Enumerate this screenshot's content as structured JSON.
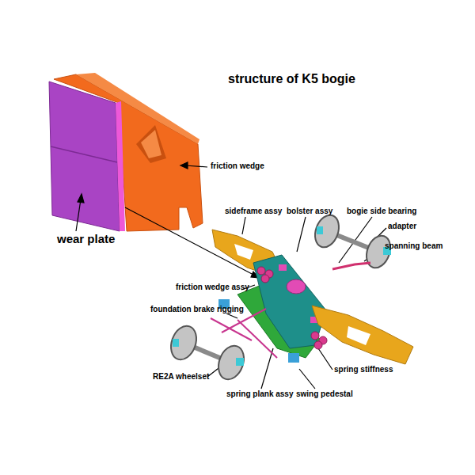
{
  "diagram": {
    "title": "structure of K5 bogie",
    "labels": [
      "friction wedge",
      "wear plate",
      "sideframe assy",
      "bolster assy",
      "bogie side bearing",
      "adapter",
      "spanning beam",
      "friction wedge assy",
      "foundation brake rigging",
      "RE2A wheelset",
      "spring stiffness",
      "spring plank assy",
      "swing pedestal"
    ]
  }
}
